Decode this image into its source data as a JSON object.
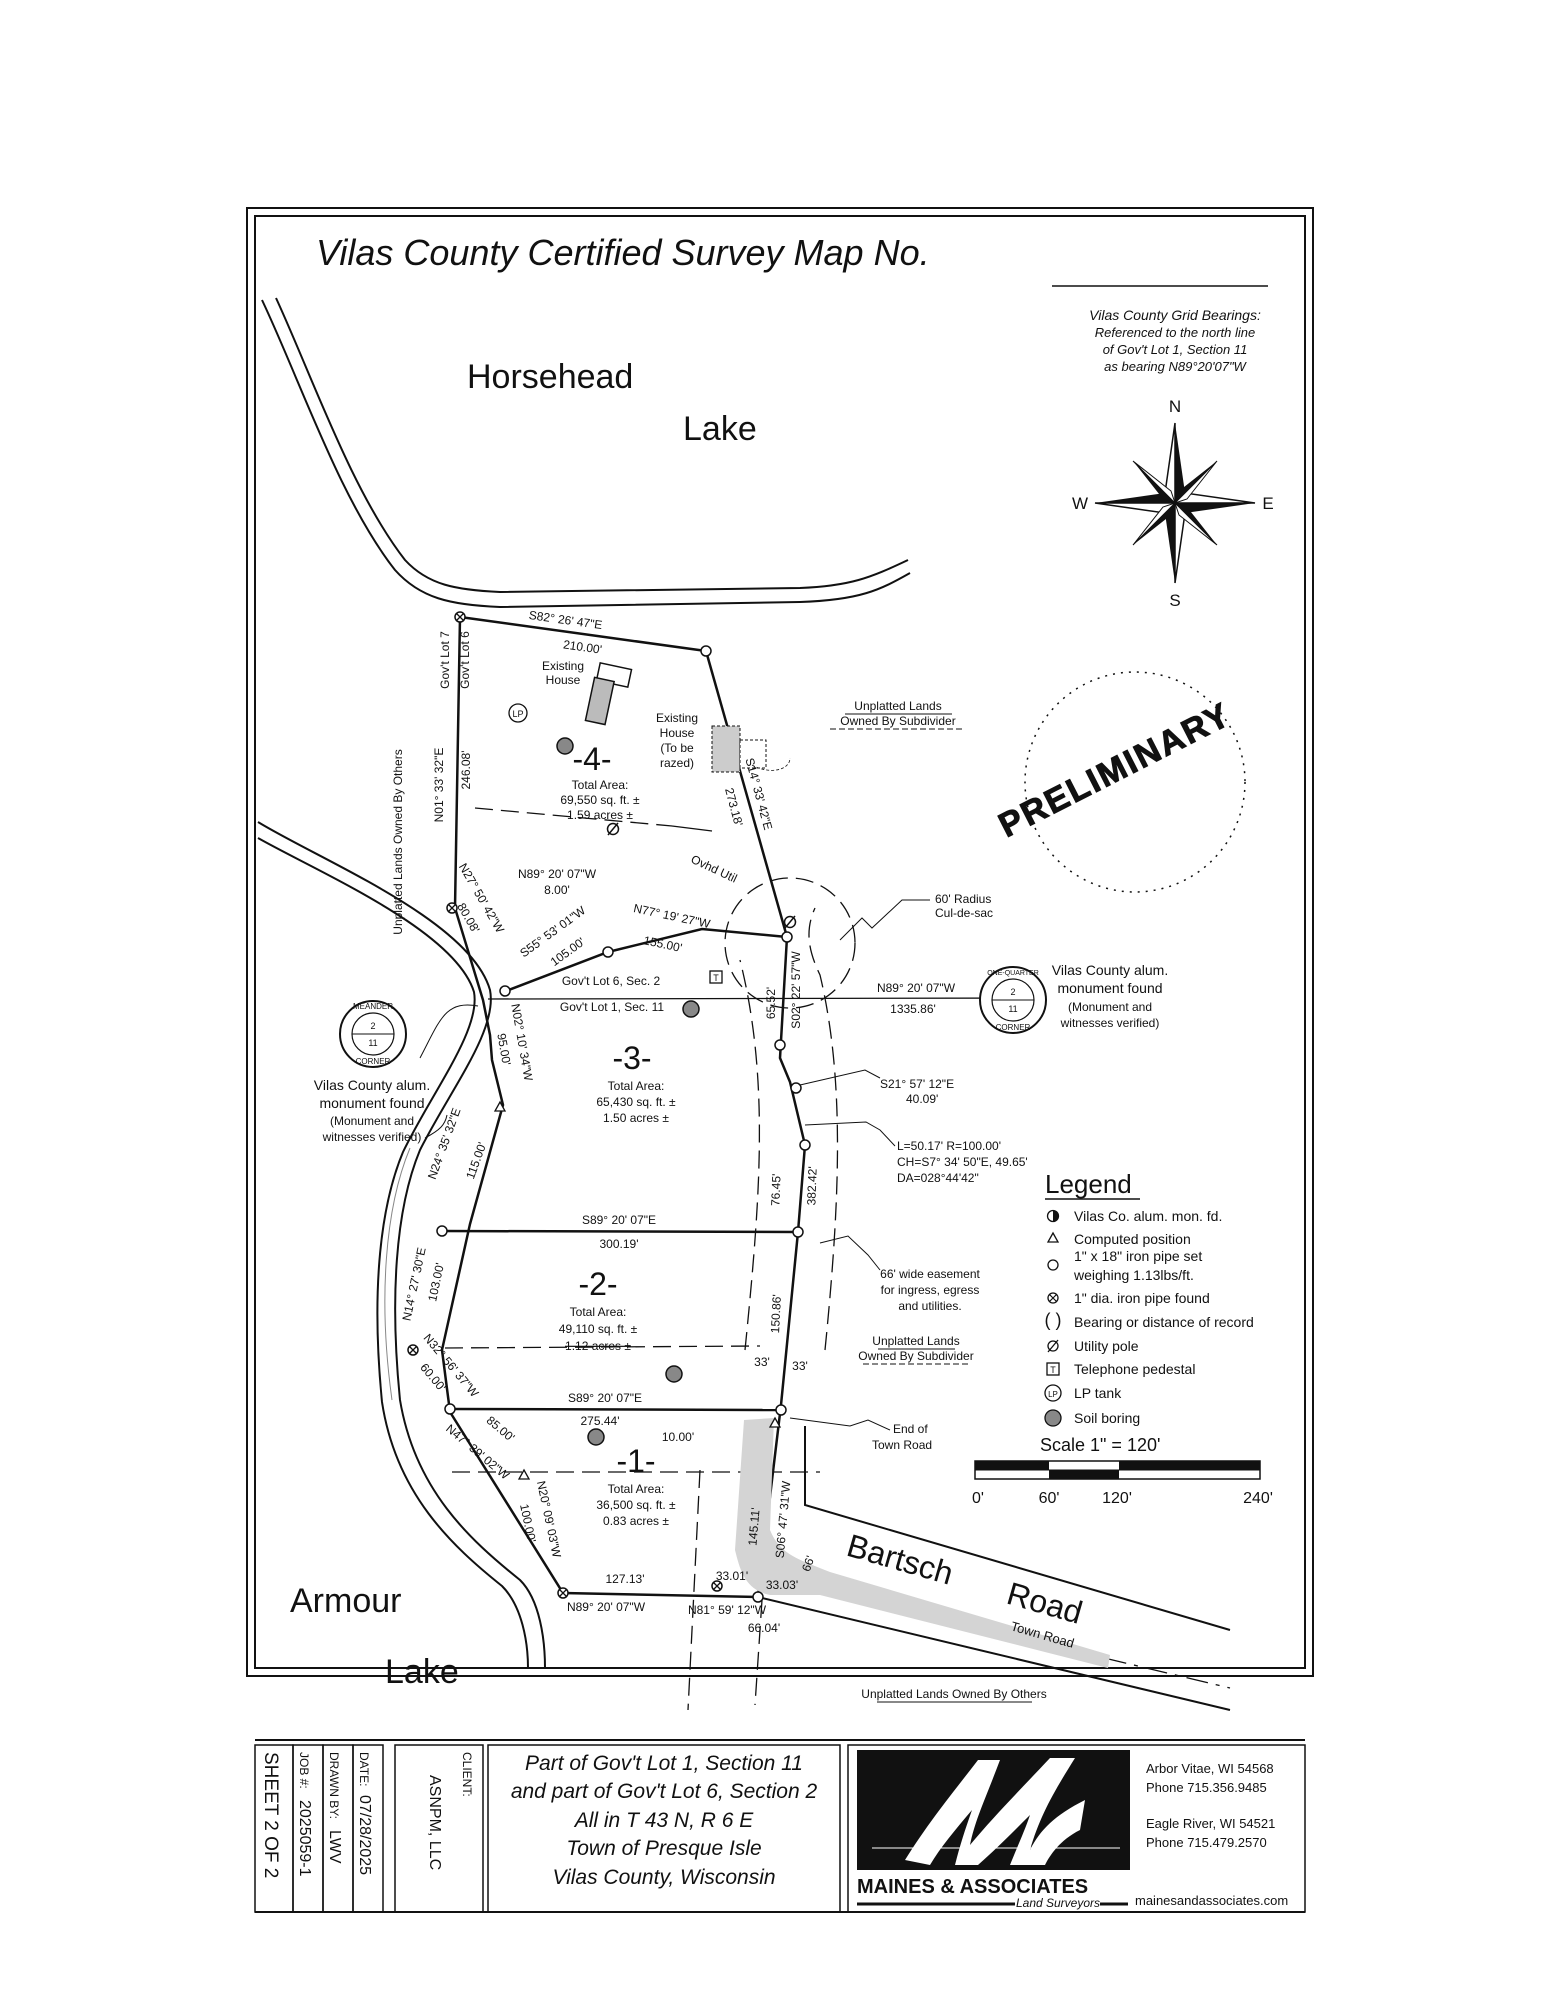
{
  "title": "Vilas County Certified Survey Map No.",
  "bearing_note": [
    "Vilas County Grid Bearings:",
    "Referenced to the north line",
    "of Gov't Lot 1, Section 11",
    "as bearing N89°20'07\"W"
  ],
  "compass": {
    "n": "N",
    "s": "S",
    "e": "E",
    "w": "W"
  },
  "lakes": {
    "horsehead_1": "Horsehead",
    "horsehead_2": "Lake",
    "armour_1": "Armour",
    "armour_2": "Lake"
  },
  "stamp": "PRELIMINARY",
  "lots": {
    "lot4": {
      "label": "-4-",
      "l1": "Total Area:",
      "l2": "69,550 sq. ft. ±",
      "l3": "1.59 acres ±"
    },
    "lot3": {
      "label": "-3-",
      "l1": "Total Area:",
      "l2": "65,430 sq. ft. ±",
      "l3": "1.50 acres ±"
    },
    "lot2": {
      "label": "-2-",
      "l1": "Total Area:",
      "l2": "49,110 sq. ft. ±",
      "l3": "1.12 acres ±"
    },
    "lot1": {
      "label": "-1-",
      "l1": "Total Area:",
      "l2": "36,500 sq. ft. ±",
      "l3": "0.83 acres ±"
    }
  },
  "labels": {
    "existing_house": [
      "Existing",
      "House"
    ],
    "house_razed": [
      "Existing",
      "House",
      "(To be",
      "razed)"
    ],
    "unplatted_sub_top": [
      "Unplatted Lands",
      "Owned By Subdivider"
    ],
    "unplatted_sub_mid": [
      "Unplatted Lands",
      "Owned By Subdivider"
    ],
    "unplatted_others_left": "Unplatted Lands Owned By Others",
    "unplatted_others_bottom": "Unplatted Lands Owned By Others",
    "govt_lot7": "Gov't Lot 7",
    "govt_lot6": "Gov't Lot 6",
    "govt_lot6_sec2": "Gov't Lot 6, Sec. 2",
    "govt_lot1_sec11": "Gov't Lot 1, Sec. 11",
    "ovhd_util": "Ovhd Util",
    "culdesac": [
      "60' Radius",
      "Cul-de-sac"
    ],
    "monument_right": [
      "Vilas County alum.",
      "monument found",
      "(Monument and",
      "witnesses verified)"
    ],
    "monument_left": [
      "Vilas County alum.",
      "monument found",
      "(Monument and",
      "witnesses verified)"
    ],
    "quarter_corner": [
      "ONE-QUARTER",
      "2",
      "11",
      "CORNER"
    ],
    "meander_corner": [
      "MEANDER",
      "2",
      "11",
      "CORNER"
    ],
    "easement": [
      "66' wide easement",
      "for ingress, egress",
      "and utilities."
    ],
    "end_road": [
      "End of",
      "Town Road"
    ],
    "bartsch_1": "Bartsch",
    "bartsch_2": "Road",
    "town_road": "Town Road",
    "curve": [
      "L=50.17'  R=100.00'",
      "CH=S7° 34' 50\"E, 49.65'",
      "DA=028°44'42\""
    ]
  },
  "dims": {
    "top_bearing": "S82° 26' 47\"E",
    "top_dist": "210.00'",
    "west4_bearing": "N01° 33' 32\"E",
    "west4_dist": "246.08'",
    "east4_bearing": "S14° 33' 42\"E",
    "east4_dist": "273.18'",
    "n27_bearing": "N27° 50' 42\"W",
    "n27_dist": "80.08'",
    "n89a_bearing": "N89° 20' 07\"W",
    "n89a_dist": "8.00'",
    "s55_bearing": "S55° 53' 01\"W",
    "s55_dist": "105.00'",
    "n77_bearing": "N77° 19' 27\"W",
    "n77_dist": "155.00'",
    "n02a_bearing": "N02° 10' 34\"W",
    "n02a_dist": "95.00'",
    "s02_bearing": "S02° 22' 57\"W",
    "s02_dist": "65.52'",
    "n89b_bearing": "N89° 20' 07\"W",
    "n89b_dist": "1335.86'",
    "s21_bearing": "S21° 57' 12\"E",
    "s21_dist": "40.09'",
    "n24_bearing": "N24° 35' 32\"E",
    "n24_dist": "115.00'",
    "d7645": "76.45'",
    "d38242": "382.42'",
    "s89a_bearing": "S89° 20' 07\"E",
    "s89a_dist": "300.19'",
    "n14_bearing": "N14° 27' 30\"E",
    "n14_dist": "103.00'",
    "n32_bearing": "N32° 56' 37\"W",
    "n32_dist": "60.00'",
    "d15086": "150.86'",
    "d33a": "33'",
    "d33b": "33'",
    "s89b_bearing": "S89° 20' 07\"E",
    "s89b_dist": "275.44'",
    "d1000": "10.00'",
    "n47_bearing": "N47° 39' 02\"W",
    "n47_dist": "85.00'",
    "n20_bearing": "N20° 09' 03\"W",
    "n20_dist": "100.00'",
    "s06_bearing": "S06° 47' 31\"W",
    "s06_dist": "145.11'",
    "d12713": "127.13'",
    "n89c_bearing": "N89° 20' 07\"W",
    "d3301": "33.01'",
    "d3303": "33.03'",
    "n81_bearing": "N81° 59' 12\"W",
    "n81_dist": "66.04'",
    "d66": "66'"
  },
  "legend": {
    "title": "Legend",
    "items": [
      "Vilas Co. alum. mon. fd.",
      "Computed position",
      "1\" x 18\" iron pipe set",
      "weighing 1.13lbs/ft.",
      "1\" dia. iron pipe found",
      "Bearing or distance of record",
      "Utility pole",
      "Telephone pedestal",
      "LP tank",
      "Soil boring"
    ],
    "lp": "LP",
    "t": "T"
  },
  "scale": {
    "title": "Scale 1\"  = 120'",
    "t0": "0'",
    "t60": "60'",
    "t120": "120'",
    "t240": "240'"
  },
  "title_block": {
    "sheet": "SHEET 2 OF 2",
    "job_label": "JOB #:",
    "job": "2025059-1",
    "drawn_label": "DRAWN BY:",
    "drawn": "LWV",
    "date_label": "DATE:",
    "date": "07/28/2025",
    "client_label": "CLIENT:",
    "client": "ASNPM, LLC",
    "desc": [
      "Part of Gov't Lot 1, Section 11",
      "and part of Gov't Lot 6, Section 2",
      "All in T 43 N, R 6 E",
      "Town of Presque Isle",
      "Vilas County, Wisconsin"
    ],
    "firm": "MAINES & ASSOCIATES",
    "firm_sub": "Land Surveyors",
    "office1": [
      "Arbor Vitae, WI 54568",
      "Phone 715.356.9485"
    ],
    "office2": [
      "Eagle River, WI 54521",
      "Phone 715.479.2570"
    ],
    "web": "mainesandassociates.com"
  }
}
